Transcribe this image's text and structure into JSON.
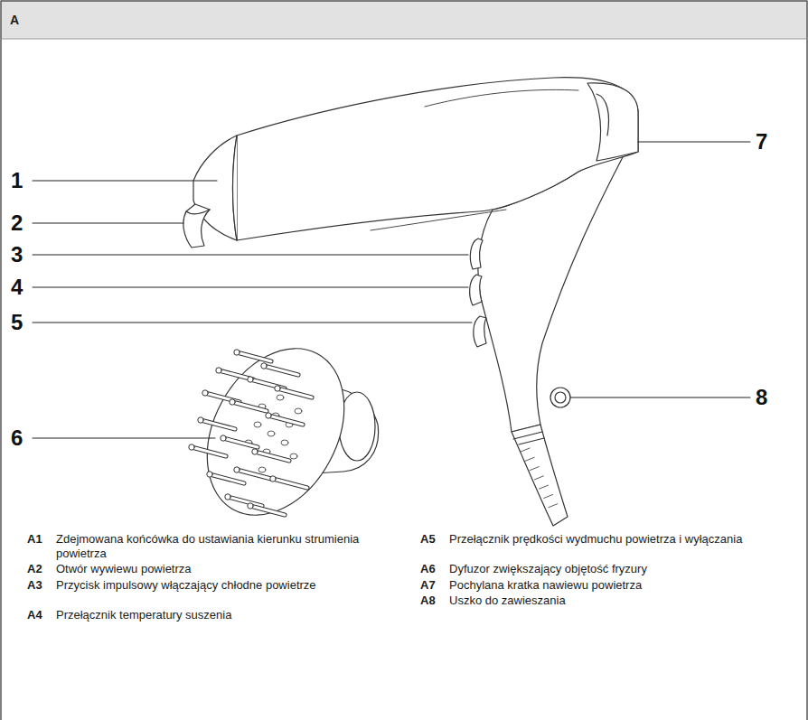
{
  "diagram": {
    "nodes": [
      {
        "text": [
          "A"
        ]
      }
    ],
    "labels": [
      "1",
      "2",
      "3",
      "4",
      "5",
      "6",
      "7",
      "8",
      "A1",
      "Zdejmowana końcówka do ustawiania kierunku strumienia powietrza",
      "A2",
      "Otwór wywiewu powietrza",
      "A3",
      "Przycisk impulsowy włączający chłodne powietrze",
      "A4",
      "Przełącznik temperatury suszenia",
      "A5",
      "Przełącznik prędkości wydmuchu powietrza i wyłączania",
      "A6",
      "Dyfuzor zwiększający objętość fryzury",
      "A7",
      "Pochylana kratka nawiewu powietrza",
      "A8",
      "Uszko do zawieszania"
    ]
  }
}
